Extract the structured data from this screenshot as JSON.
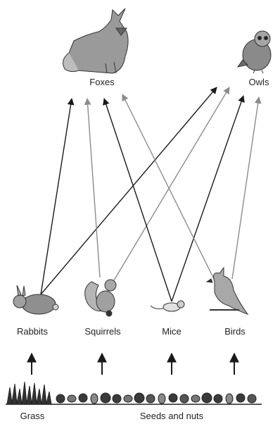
{
  "nodes": {
    "foxes": {
      "label": "Foxes"
    },
    "owls": {
      "label": "Owls"
    },
    "rabbits": {
      "label": "Rabbits"
    },
    "squirrels": {
      "label": "Squirrels"
    },
    "mice": {
      "label": "Mice"
    },
    "birds": {
      "label": "Birds"
    },
    "grass": {
      "label": "Grass"
    },
    "seeds": {
      "label": "Seeds and nuts"
    }
  },
  "edges": [
    {
      "from": "grass",
      "to": "rabbits"
    },
    {
      "from": "seeds",
      "to": "squirrels"
    },
    {
      "from": "seeds",
      "to": "mice"
    },
    {
      "from": "seeds",
      "to": "birds"
    },
    {
      "from": "rabbits",
      "to": "foxes"
    },
    {
      "from": "rabbits",
      "to": "owls"
    },
    {
      "from": "squirrels",
      "to": "foxes"
    },
    {
      "from": "squirrels",
      "to": "owls"
    },
    {
      "from": "mice",
      "to": "foxes"
    },
    {
      "from": "mice",
      "to": "owls"
    },
    {
      "from": "birds",
      "to": "foxes"
    },
    {
      "from": "birds",
      "to": "owls"
    }
  ],
  "colors": {
    "arrow_dark": "#1a1a1a",
    "arrow_light": "#8c8c8c"
  }
}
